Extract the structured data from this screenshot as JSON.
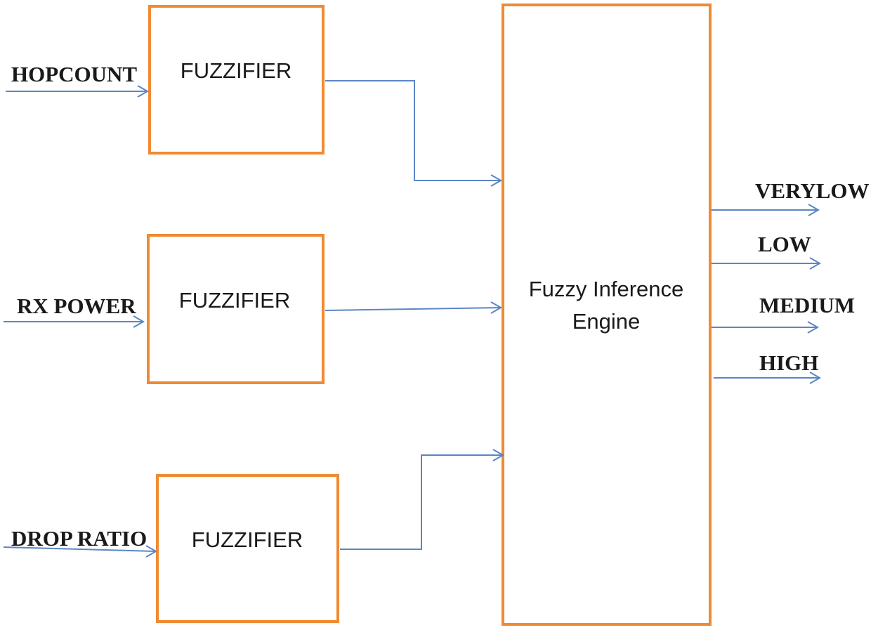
{
  "inputs": [
    {
      "label": "HOPCOUNT",
      "block_label": "FUZZIFIER"
    },
    {
      "label": "RX POWER",
      "block_label": "FUZZIFIER"
    },
    {
      "label": "DROP RATIO",
      "block_label": "FUZZIFIER"
    }
  ],
  "engine": {
    "line1": "Fuzzy Inference",
    "line2": "Engine"
  },
  "outputs": [
    "VERYLOW",
    "LOW",
    "MEDIUM",
    "HIGH"
  ],
  "colors": {
    "box_border": "#f08a34",
    "arrow": "#5b86c5",
    "text": "#1a1a1a",
    "background": "#ffffff"
  }
}
